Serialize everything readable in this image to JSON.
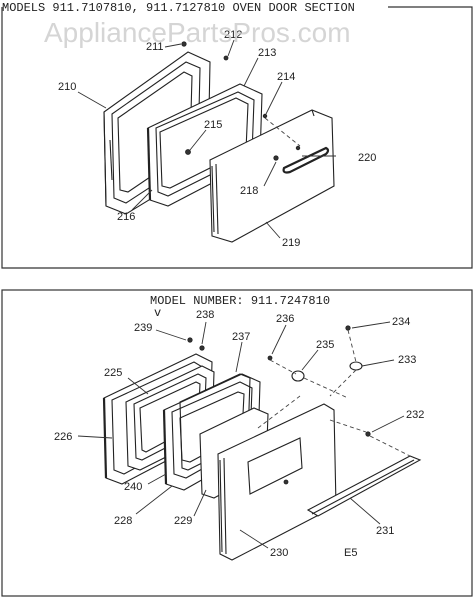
{
  "watermark": "AppliancePartsPros.com",
  "top_section": {
    "header": "MODELS 911.7107810, 911.7127810   OVEN DOOR SECTION",
    "parts": [
      "210",
      "211",
      "212",
      "213",
      "214",
      "215",
      "216",
      "218",
      "219",
      "220"
    ]
  },
  "bottom_section": {
    "model_number": "MODEL NUMBER: 911.7247810",
    "parts": [
      "225",
      "226",
      "228",
      "229",
      "230",
      "231",
      "232",
      "233",
      "234",
      "235",
      "236",
      "237",
      "238",
      "239",
      "240"
    ],
    "page_code": "E5"
  }
}
